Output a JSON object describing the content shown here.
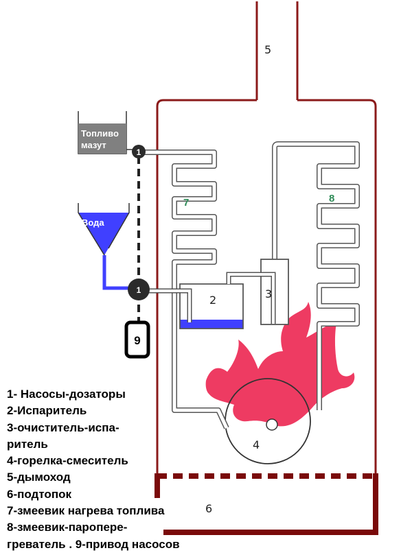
{
  "tanks": {
    "fuel_line1": "Топливо",
    "fuel_line2": "мазут",
    "water": "Вода"
  },
  "pumps": {
    "upper": "1",
    "lower": "1"
  },
  "drive": "9",
  "parts": {
    "chimney": "5",
    "evaporator": "2",
    "purifier": "3",
    "burner": "4",
    "firebox": "6",
    "coil_fuel": "7",
    "coil_steam": "8"
  },
  "legend": [
    "1- Насосы-дозаторы",
    "2-Испаритель",
    "3-очиститель-испа-",
    "ритель",
    "4-горелка-смеситель",
    "5-дымоход",
    "6-подтопок",
    "7-змеевик нагрева топлива",
    "8-змеевик-паропере-",
    "греватель .  9-привод насосов"
  ],
  "colors": {
    "body_outline": "#8b1a1a",
    "fire": "#ee3b62",
    "water": "#4040ff",
    "fuel_tank": "#808080",
    "pump": "#2b2b2b"
  }
}
